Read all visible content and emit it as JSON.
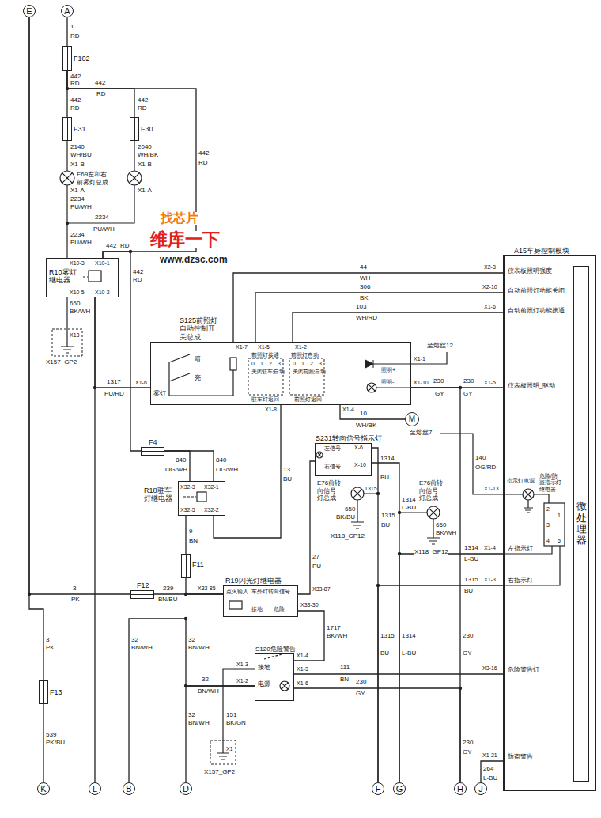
{
  "diagram": {
    "nodes": [
      {
        "text": [
          "E"
        ]
      },
      {
        "text": [
          "A"
        ]
      },
      {
        "text": [
          "F102"
        ]
      },
      {
        "text": [
          "F31"
        ]
      },
      {
        "text": [
          "F30"
        ]
      },
      {
        "text": [
          "R10雾灯 继电器"
        ]
      },
      {
        "text": [
          "A15车身控制模块"
        ]
      },
      {
        "text": [
          "微处理器"
        ],
        "in": 6
      },
      {
        "text": [
          "S125前照灯 自动控制开 关总成"
        ]
      },
      {
        "text": [
          "F4"
        ]
      },
      {
        "text": [
          "S231转向信号指示灯"
        ]
      },
      {
        "text": [
          "R18驻车 灯继电器"
        ]
      },
      {
        "text": [
          "F11"
        ]
      },
      {
        "text": [
          "F12"
        ]
      },
      {
        "text": [
          "R19闪光灯继电器"
        ]
      },
      {
        "text": [
          "S120危险警告"
        ]
      },
      {
        "text": [
          "F13"
        ]
      },
      {
        "text": [
          "K"
        ]
      },
      {
        "text": [
          "L"
        ]
      },
      {
        "text": [
          "B"
        ]
      },
      {
        "text": [
          "D"
        ]
      },
      {
        "text": [
          "F"
        ]
      },
      {
        "text": [
          "G"
        ]
      },
      {
        "text": [
          "H"
        ]
      },
      {
        "text": [
          "J"
        ]
      },
      {
        "text": [
          "M"
        ]
      }
    ],
    "edges": [
      {
        "from": 1,
        "to": 2,
        "arrow": "none"
      },
      {
        "from": 2,
        "to": 3,
        "arrow": "none"
      },
      {
        "from": 2,
        "to": 4,
        "arrow": "none"
      },
      {
        "from": 2,
        "to": 5,
        "arrow": "none"
      },
      {
        "from": 5,
        "to": 9,
        "arrow": "none"
      },
      {
        "from": 5,
        "to": 18,
        "arrow": "none"
      },
      {
        "from": 5,
        "to": 8,
        "arrow": "none"
      },
      {
        "from": 8,
        "to": 6,
        "arrow": "none"
      },
      {
        "from": 8,
        "to": 6,
        "arrow": "none"
      },
      {
        "from": 8,
        "to": 6,
        "arrow": "none"
      },
      {
        "from": 8,
        "to": 6,
        "arrow": "none"
      },
      {
        "from": 8,
        "to": 25,
        "arrow": "none"
      },
      {
        "from": 8,
        "to": 11,
        "arrow": "none"
      },
      {
        "from": 9,
        "to": 11,
        "arrow": "none"
      },
      {
        "from": 9,
        "to": 11,
        "arrow": "none"
      },
      {
        "from": 11,
        "to": 12,
        "arrow": "none"
      },
      {
        "from": 12,
        "to": 14,
        "arrow": "none"
      },
      {
        "from": 13,
        "to": 14,
        "arrow": "none"
      },
      {
        "from": 0,
        "to": 13,
        "arrow": "none"
      },
      {
        "from": 0,
        "to": 16,
        "arrow": "none"
      },
      {
        "from": 16,
        "to": 17,
        "arrow": "none"
      },
      {
        "from": 14,
        "to": 10,
        "arrow": "none"
      },
      {
        "from": 14,
        "to": 15,
        "arrow": "none"
      },
      {
        "from": 10,
        "to": 21,
        "arrow": "none"
      },
      {
        "from": 10,
        "to": 22,
        "arrow": "none"
      },
      {
        "from": 15,
        "to": 6,
        "arrow": "none"
      },
      {
        "from": 15,
        "to": 23,
        "arrow": "none"
      },
      {
        "from": 8,
        "to": 23,
        "arrow": "none"
      },
      {
        "from": 6,
        "to": 24,
        "arrow": "none"
      },
      {
        "from": 6,
        "to": 21,
        "arrow": "none"
      },
      {
        "from": 6,
        "to": 22,
        "arrow": "none"
      },
      {
        "from": 15,
        "to": 20,
        "arrow": "none"
      },
      {
        "from": 15,
        "to": 19,
        "arrow": "none"
      }
    ],
    "labels": [
      "1",
      "RD",
      "442",
      "RD",
      "442",
      "RD",
      "442",
      "RD",
      "442",
      "RD",
      "2140",
      "WH/BU",
      "X1-B",
      "2040",
      "WH/BK",
      "X1-B",
      "E69左和右 前雾灯总成",
      "X1-A",
      "X1-A",
      "2234",
      "PU/WH",
      "442",
      "RD",
      "2234",
      "PU/WH",
      "2234",
      "PU/WH",
      "442",
      "RD",
      "X10-3",
      "X10-1",
      "X10-5",
      "X10-2",
      "442",
      "RD",
      "44",
      "WH",
      "306",
      "BK",
      "103",
      "WH/RD",
      "650",
      "BK/WH",
      "X13",
      "X157_GP2",
      "1317",
      "PU/RD",
      "X1-6",
      "雾灯",
      "暗",
      "亮",
      "X1-7",
      "X1-5",
      "X1-2",
      "前照灯接通",
      "前照灯自动",
      "0",
      "1",
      "2",
      "3",
      "0",
      "1",
      "2",
      "3",
      "关闭",
      "驻车灯",
      "自动",
      "关闭",
      "前照灯",
      "自动",
      "驻车灯返回",
      "前照灯返回",
      "X1-8",
      "X1-4",
      "至熔丝12",
      "X1-1",
      "照明+",
      "照明-",
      "X1-10",
      "10",
      "WH/BK",
      "230",
      "GY",
      "230",
      "GY",
      "X2-3",
      "仪表板照明强度",
      "X2-10",
      "自动前照灯功能关闭",
      "X1-6",
      "自动前照灯功能接通",
      "X1-5",
      "仪表板照明_驱动",
      "至熔丝7",
      "140",
      "OG/RD",
      "X1-13",
      "指示灯电源",
      "危险/防 盗指示灯 继电器",
      "2",
      "1",
      "3",
      "4",
      "5",
      "X1-4",
      "左指示灯",
      "X1-3",
      "右指示灯",
      "X3-16",
      "危险警告灯",
      "X1-21",
      "防盗警告",
      "左信号",
      "右信号",
      "X-6",
      "X-10",
      "1314",
      "BU",
      "E76前转 向信号 灯总成",
      "1315",
      "650",
      "BK/BU",
      "X118_GP12",
      "1315",
      "BU",
      "1314",
      "L-BU",
      "E76前转 向信号 灯总成",
      "650",
      "BK/WH",
      "X118_GP12",
      "1314",
      "L-BU",
      "1315",
      "BU",
      "840",
      "OG/WH",
      "840",
      "OG/WH",
      "X32-3",
      "X32-1",
      "X32-5",
      "X32-2",
      "13",
      "BU",
      "9",
      "BN",
      "27",
      "PU",
      "3",
      "PK",
      "239",
      "BN/BU",
      "X33-85",
      "点火输入",
      "车外灯转向信号",
      "接地",
      "危险",
      "X33-87",
      "X33-30",
      "1717",
      "BK/WH",
      "3",
      "PK",
      "32",
      "BN/WH",
      "32",
      "BN/WH",
      "X1-4",
      "X1-3",
      "接地",
      "X1-5",
      "X1-2",
      "电源",
      "X1-6",
      "111",
      "BN",
      "230",
      "GY",
      "32",
      "BN/WH",
      "32",
      "BN/WH",
      "151",
      "BK/GN",
      "X1",
      "X157_GP2",
      "1315",
      "BU",
      "1314",
      "L-BU",
      "230",
      "GY",
      "539",
      "PK/BU",
      "230",
      "GY",
      "264",
      "L-BU",
      "找芯片",
      "维库一下",
      "www.dzsc.com"
    ]
  }
}
